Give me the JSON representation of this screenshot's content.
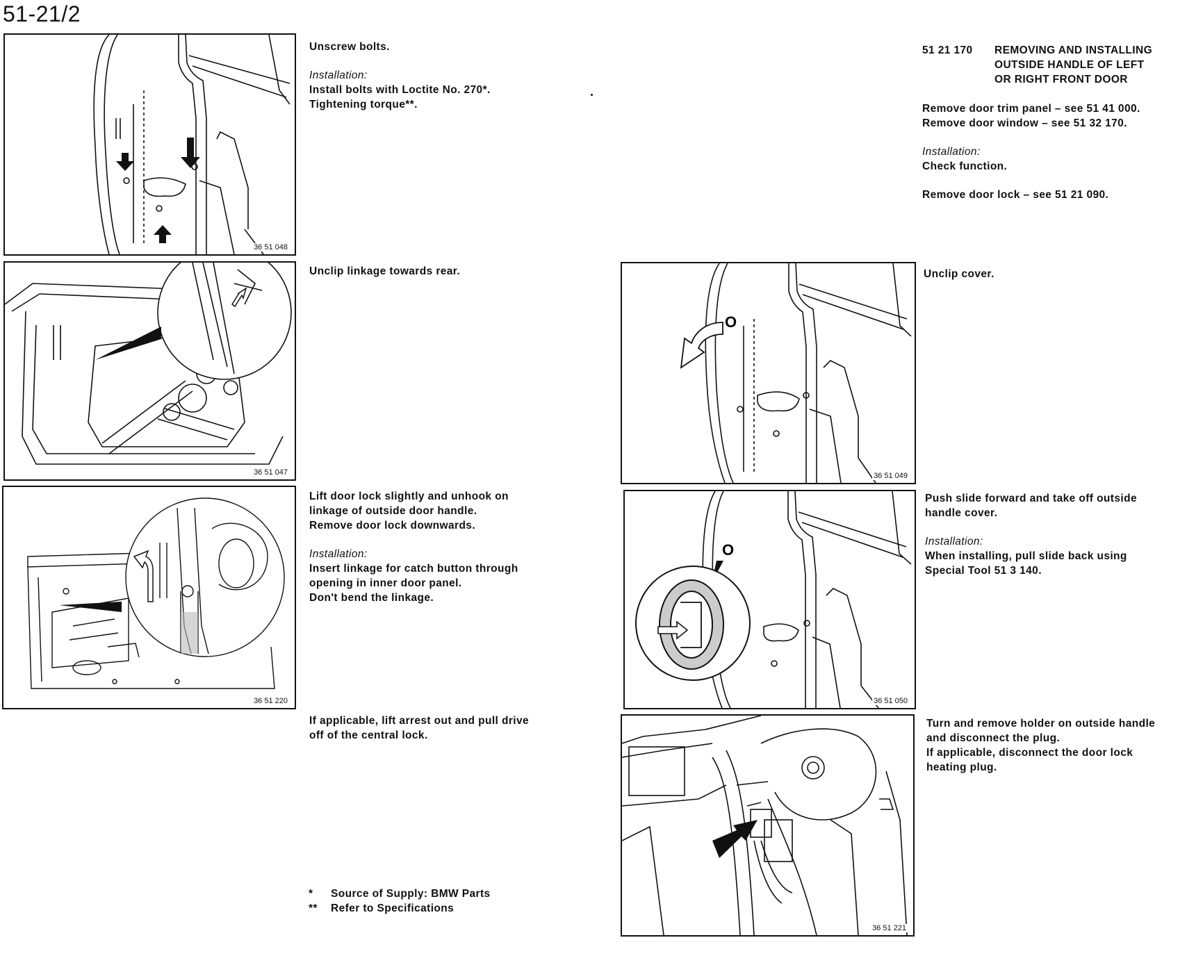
{
  "page_number": "51-21/2",
  "header": {
    "number": "51 21 170",
    "title_lines": [
      "REMOVING AND INSTALLING",
      "OUTSIDE HANDLE OF LEFT",
      "OR RIGHT FRONT DOOR"
    ]
  },
  "right_intro": {
    "line1": "Remove door trim panel – see 51 41 000.",
    "line2": "Remove door window – see 51 32 170.",
    "installation_label": "Installation:",
    "install_text": "Check function.",
    "line3": "Remove door lock – see 51 21 090."
  },
  "figures": {
    "f1": {
      "code": "36 51 048"
    },
    "f2": {
      "code": "36 51 047"
    },
    "f3": {
      "code": "36 51 220"
    },
    "f4": {
      "code": "36 51 049"
    },
    "f5": {
      "code": "36 51 050"
    },
    "f6": {
      "code": "36 51 221"
    }
  },
  "steps": {
    "s1": {
      "text": "Unscrew bolts.",
      "installation_label": "Installation:",
      "install_line1": "Install bolts with Loctite No. 270*.",
      "install_line2": "Tightening torque**."
    },
    "s2": {
      "text": "Unclip linkage towards rear."
    },
    "s3": {
      "line1": "Lift door lock slightly and unhook on",
      "line2": "linkage of outside door handle.",
      "line3": "Remove door lock downwards.",
      "installation_label": "Installation:",
      "install_line1": "Insert linkage for catch button through",
      "install_line2": "opening in inner door panel.",
      "install_line3": "Don't bend the linkage."
    },
    "s4": {
      "line1": "If applicable, lift arrest out and pull drive",
      "line2": "off of the central lock."
    },
    "s5": {
      "text": "Unclip cover."
    },
    "s6": {
      "line1": "Push slide forward and take off outside",
      "line2": "handle cover.",
      "installation_label": "Installation:",
      "install_line1": "When installing, pull slide back using",
      "install_line2": "Special Tool 51 3 140."
    },
    "s7": {
      "line1": "Turn and remove holder on outside handle",
      "line2": "and disconnect the plug.",
      "line3": "If applicable, disconnect the door lock",
      "line4": "heating plug."
    }
  },
  "footnotes": [
    {
      "mark": "*",
      "text": "Source of Supply: BMW Parts"
    },
    {
      "mark": "**",
      "text": "Refer to Specifications"
    }
  ],
  "figure_labels": {
    "circle_mark": "O"
  }
}
